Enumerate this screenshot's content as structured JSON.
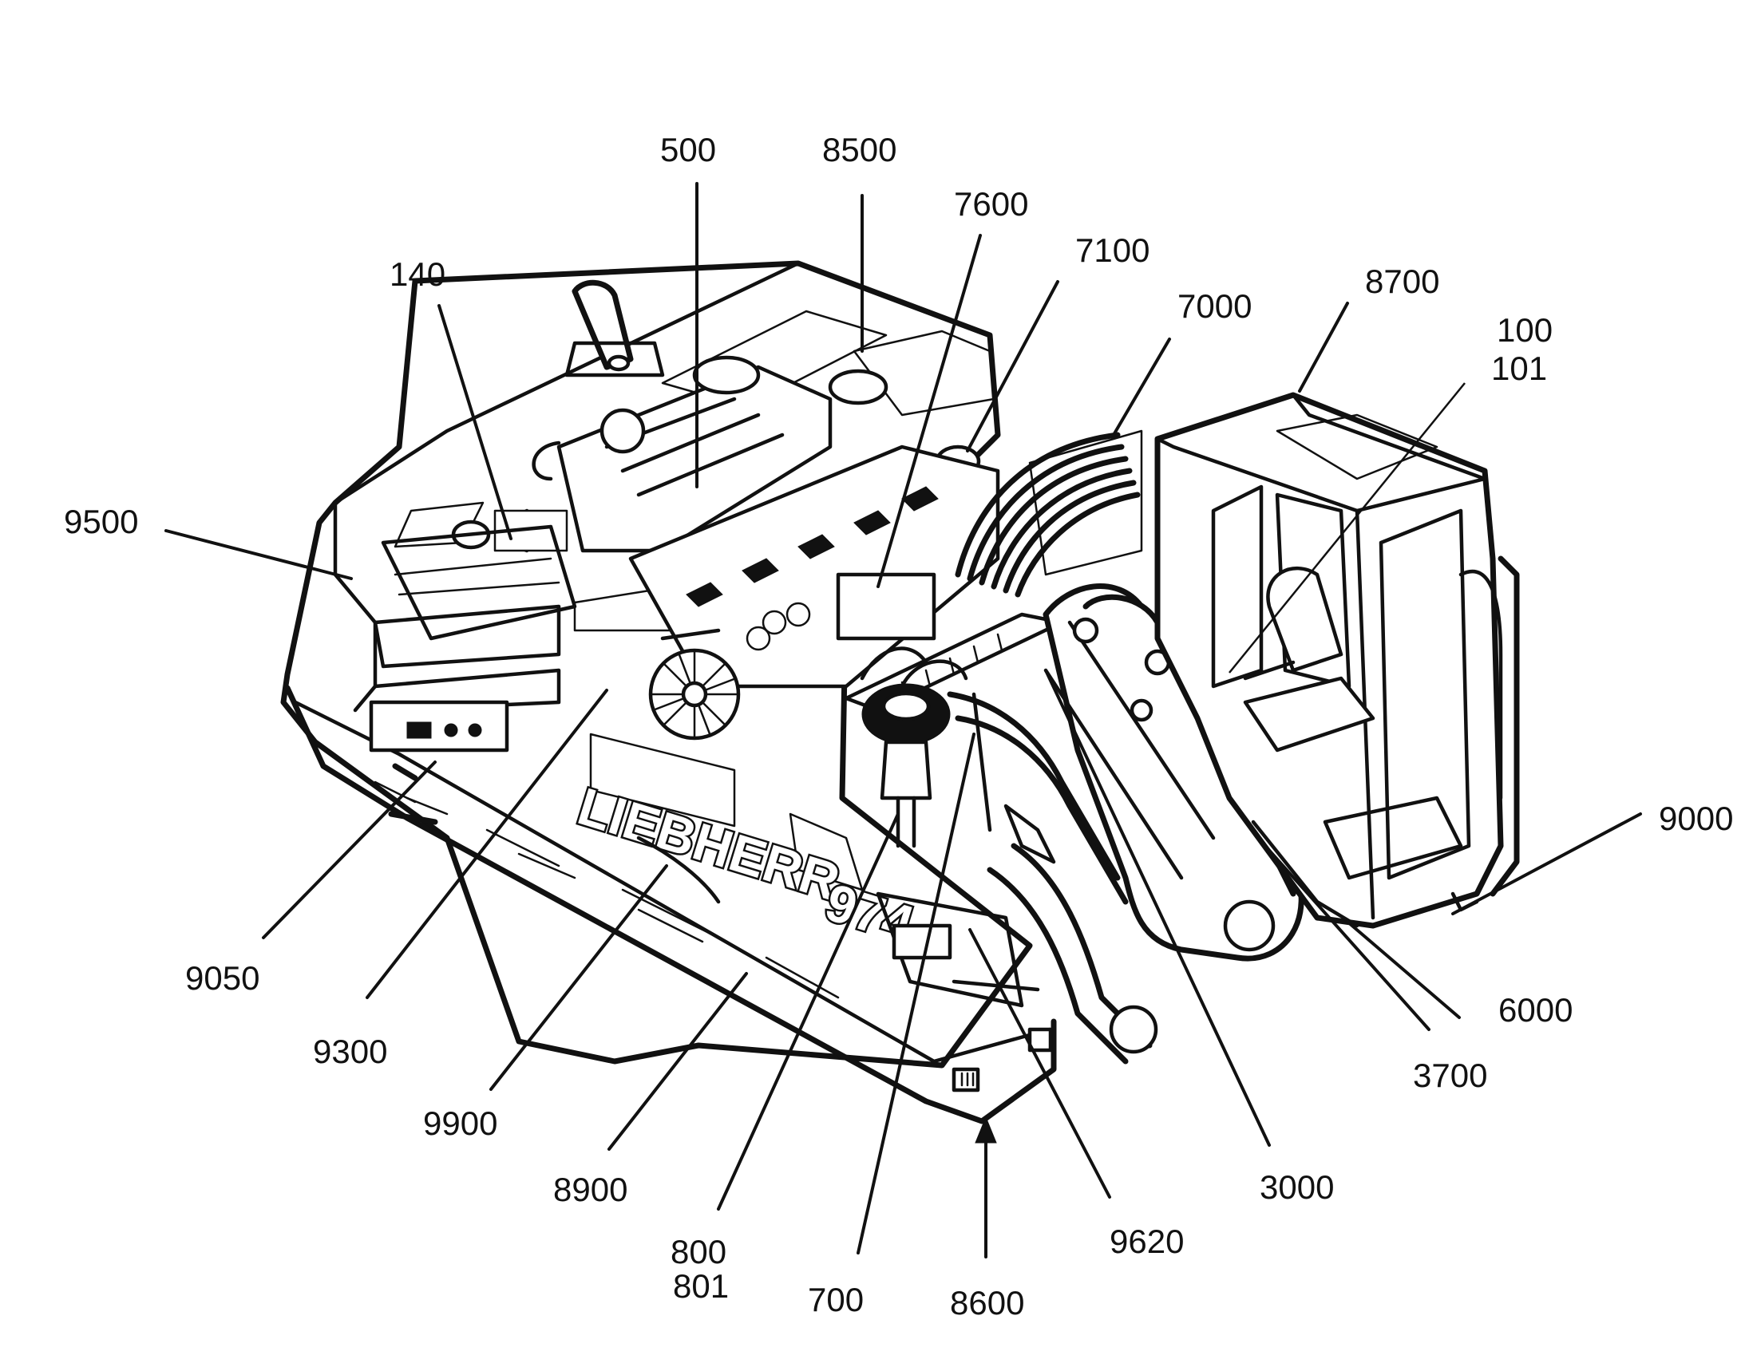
{
  "diagram": {
    "brand_marking": "LIEBHERR",
    "model_marking": "974",
    "callouts": [
      {
        "id": "c-500",
        "text": "500"
      },
      {
        "id": "c-8500",
        "text": "8500"
      },
      {
        "id": "c-7600",
        "text": "7600"
      },
      {
        "id": "c-7100",
        "text": "7100"
      },
      {
        "id": "c-140",
        "text": "140"
      },
      {
        "id": "c-7000",
        "text": "7000"
      },
      {
        "id": "c-8700",
        "text": "8700"
      },
      {
        "id": "c-100",
        "text": "100"
      },
      {
        "id": "c-101",
        "text": "101"
      },
      {
        "id": "c-9500",
        "text": "9500"
      },
      {
        "id": "c-9000",
        "text": "9000"
      },
      {
        "id": "c-9050",
        "text": "9050"
      },
      {
        "id": "c-6000",
        "text": "6000"
      },
      {
        "id": "c-9300",
        "text": "9300"
      },
      {
        "id": "c-3700",
        "text": "3700"
      },
      {
        "id": "c-9900",
        "text": "9900"
      },
      {
        "id": "c-8900",
        "text": "8900"
      },
      {
        "id": "c-3000",
        "text": "3000"
      },
      {
        "id": "c-9620",
        "text": "9620"
      },
      {
        "id": "c-800",
        "text": "800"
      },
      {
        "id": "c-801",
        "text": "801"
      },
      {
        "id": "c-700",
        "text": "700"
      },
      {
        "id": "c-8600",
        "text": "8600"
      }
    ]
  }
}
